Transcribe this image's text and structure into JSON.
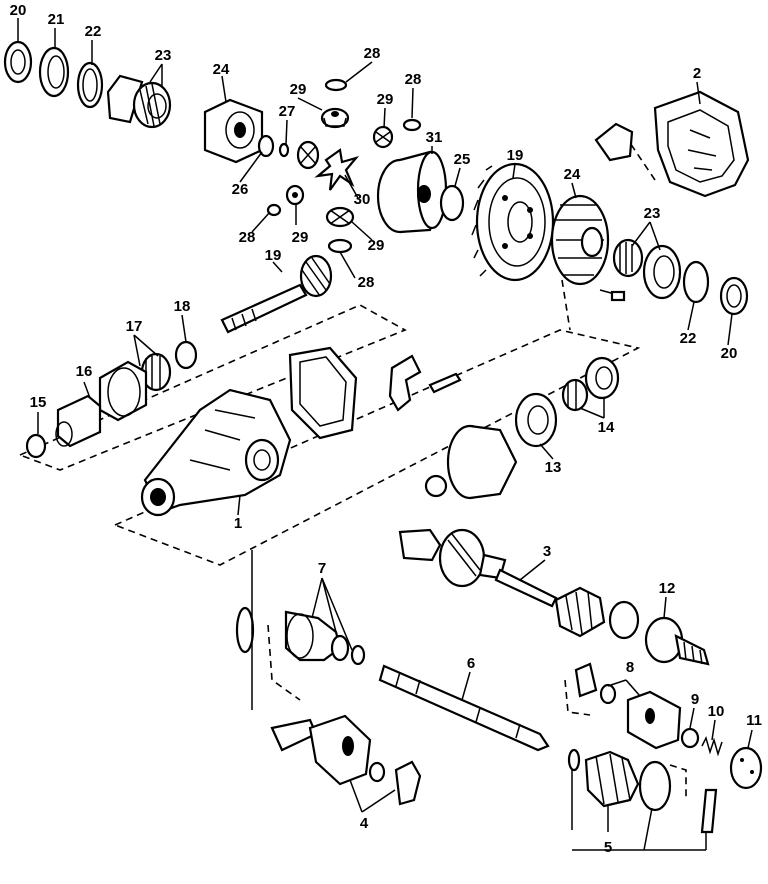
{
  "callouts": {
    "c1": "1",
    "c2": "2",
    "c3": "3",
    "c4": "4",
    "c5": "5",
    "c6": "6",
    "c7": "7",
    "c8": "8",
    "c9": "9",
    "c10": "10",
    "c11": "11",
    "c12": "12",
    "c13": "13",
    "c14": "14",
    "c15": "15",
    "c16": "16",
    "c17": "17",
    "c18": "18",
    "c19a": "19",
    "c19b": "19",
    "c20a": "20",
    "c20b": "20",
    "c21": "21",
    "c22a": "22",
    "c22b": "22",
    "c23a": "23",
    "c23b": "23",
    "c24a": "24",
    "c24b": "24",
    "c25": "25",
    "c26": "26",
    "c27": "27",
    "c28a": "28",
    "c28b": "28",
    "c28c": "28",
    "c28d": "28",
    "c29a": "29",
    "c29b": "29",
    "c29c": "29",
    "c29d": "29",
    "c30": "30",
    "c31": "31"
  }
}
